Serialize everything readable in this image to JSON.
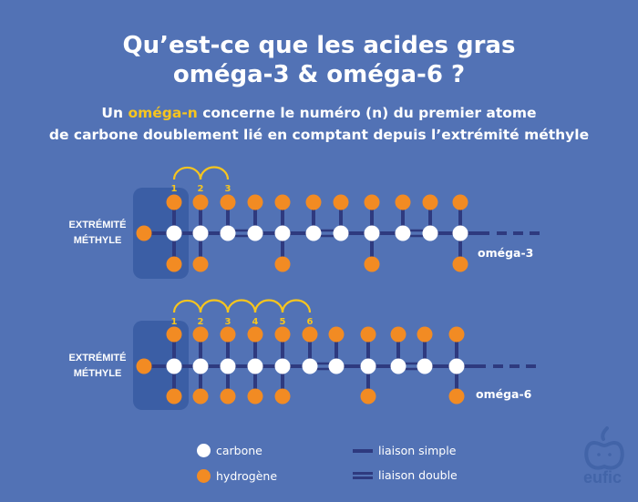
{
  "header": {
    "title_line1": "Qu’est-ce que les acides gras",
    "title_line2": "oméga-3 & oméga-6 ?",
    "subtitle_prefix": "Un ",
    "subtitle_highlight": "oméga-n",
    "subtitle_rest_line1": " concerne le numéro (n) du premier atome",
    "subtitle_line2": "de carbone doublement lié en comptant depuis l’extrémité méthyle"
  },
  "colors": {
    "background": "#5272b5",
    "highlight_box": "#3b5ea5",
    "carbon": "#ffffff",
    "hydrogen": "#f28b23",
    "bond": "#2e3a7f",
    "accent_yellow": "#f7c51e"
  },
  "molecules": [
    {
      "name": "oméga-3",
      "end_label_line1": "EXTRÉMITÉ",
      "end_label_line2": "MÉTHYLE",
      "label": "oméga-3",
      "carbon_count": 11,
      "counted_positions": [
        "1",
        "2",
        "3"
      ],
      "double_bonds_after_carbon": [
        3,
        6,
        9
      ],
      "bottom_hydrogens_on_carbon": [
        1,
        2,
        5,
        8,
        11
      ]
    },
    {
      "name": "oméga-6",
      "end_label_line1": "EXTRÉMITÉ",
      "end_label_line2": "MÉTHYLE",
      "label": "oméga-6",
      "carbon_count": 11,
      "counted_positions": [
        "1",
        "2",
        "3",
        "4",
        "5",
        "6"
      ],
      "double_bonds_after_carbon": [
        6,
        9
      ],
      "bottom_hydrogens_on_carbon": [
        1,
        2,
        3,
        4,
        5,
        8,
        11
      ]
    }
  ],
  "legend": {
    "carbon": "carbone",
    "hydrogen": "hydrogène",
    "single_bond": "liaison simple",
    "double_bond": "liaison double"
  },
  "logo": {
    "text": "eufic"
  }
}
